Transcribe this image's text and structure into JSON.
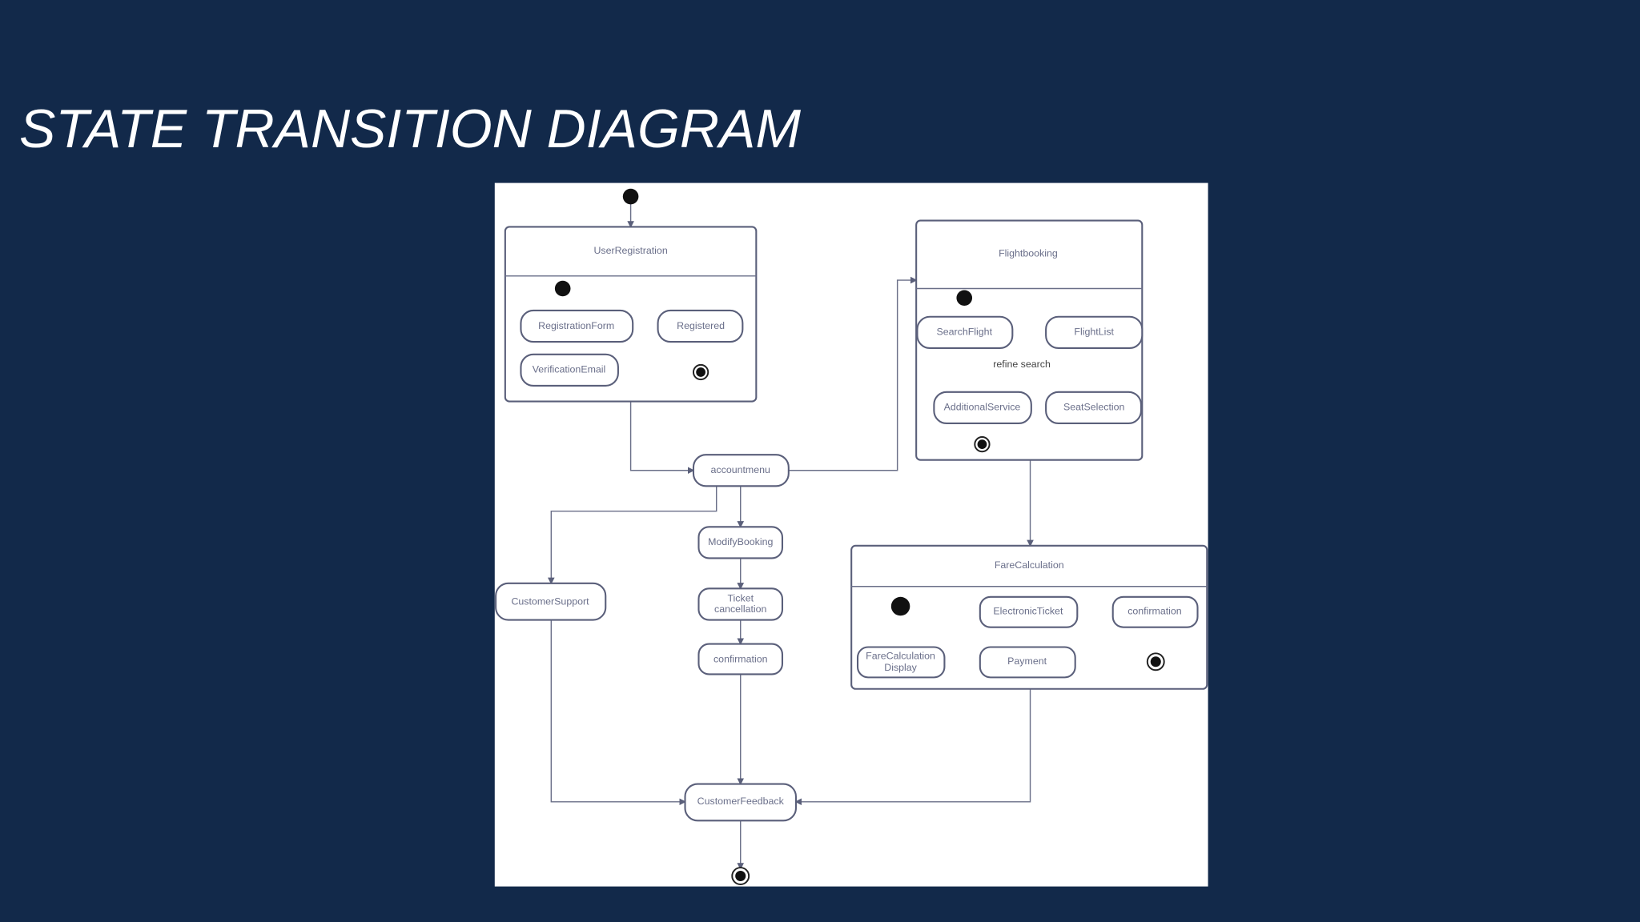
{
  "slide": {
    "title": "STATE TRANSITION DIAGRAM"
  },
  "colors": {
    "background": "#12294a",
    "panel": "#ffffff",
    "stroke": "#5a5f7a",
    "text": "#6a6f8a"
  },
  "diagram": {
    "user_registration": {
      "title": "UserRegistration",
      "states": {
        "registration_form": "RegistrationForm",
        "verification_email": "VerificationEmail",
        "registered": "Registered"
      }
    },
    "flight_booking": {
      "title": "Flightbooking",
      "states": {
        "search_flight": "SearchFlight",
        "flight_list": "FlightList",
        "seat_selection": "SeatSelection",
        "additional_service": "AdditionalService"
      },
      "refine_label": "refine search"
    },
    "fare_calculation": {
      "title": "FareCalculation",
      "states": {
        "display_line1": "FareCalculation",
        "display_line2": "Display",
        "payment": "Payment",
        "electronic_ticket": "ElectronicTicket",
        "confirmation": "confirmation"
      }
    },
    "states": {
      "account_menu": "accountmenu",
      "modify_booking": "ModifyBooking",
      "ticket_line1": "Ticket",
      "ticket_line2": "cancellation",
      "confirmation": "confirmation",
      "customer_support": "CustomerSupport",
      "customer_feedback": "CustomerFeedback"
    }
  }
}
